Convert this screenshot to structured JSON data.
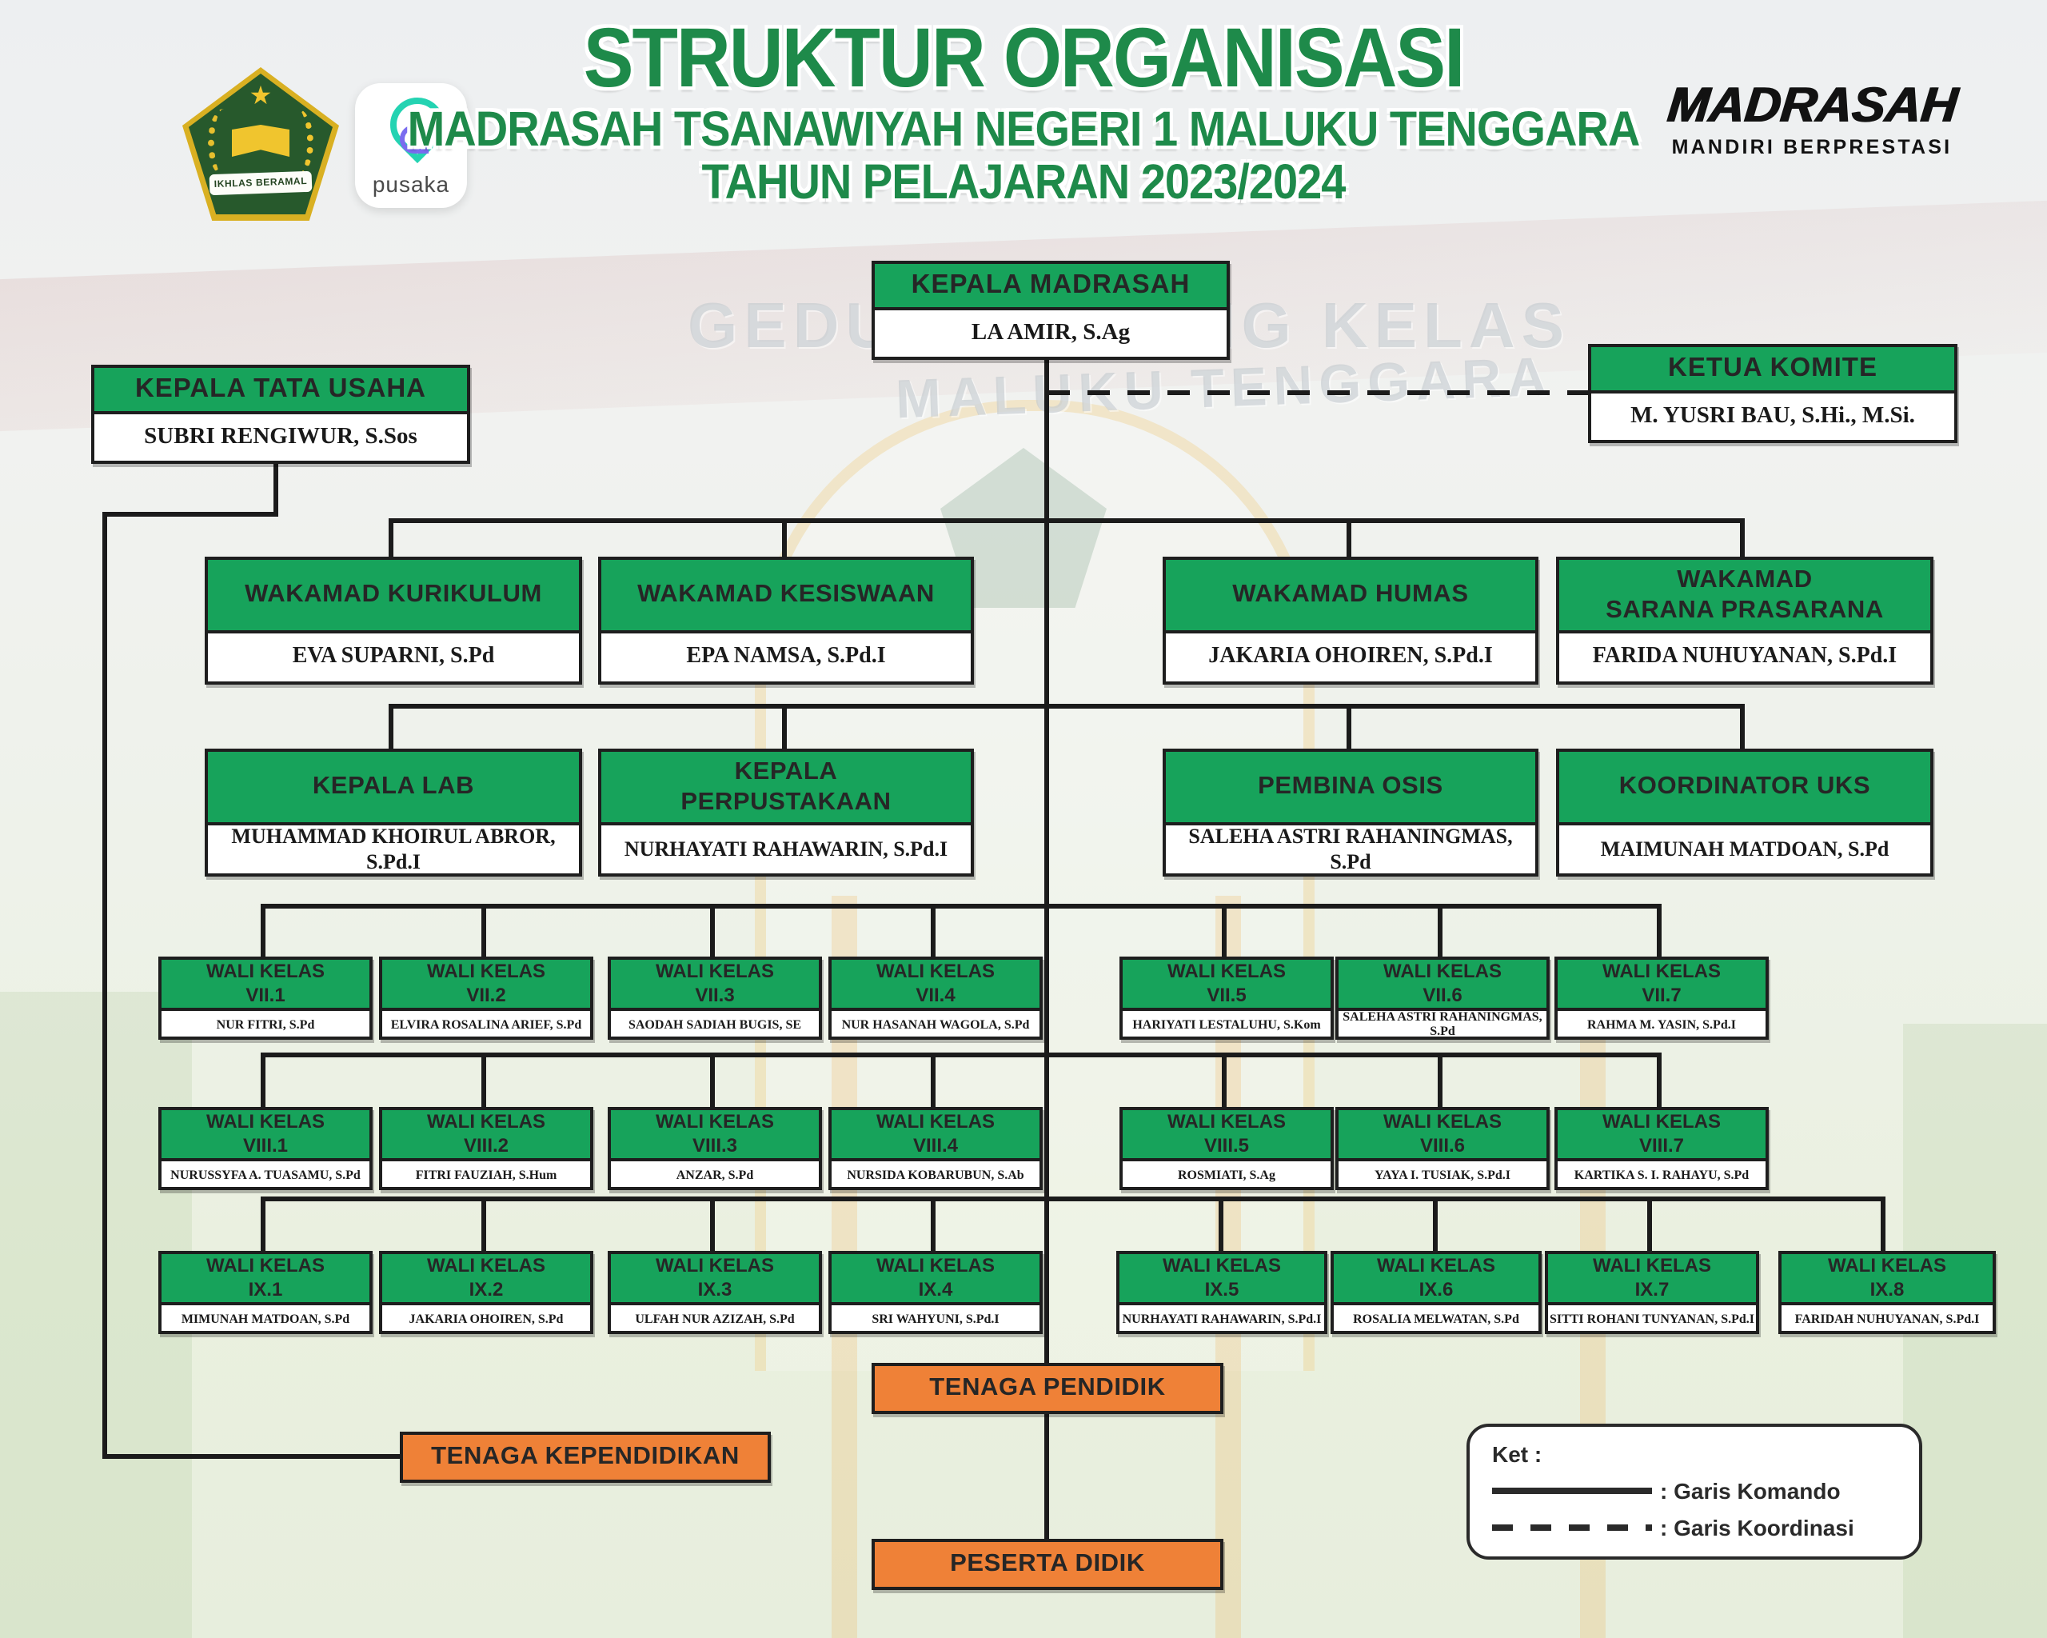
{
  "header": {
    "title_line1": "STRUKTUR ORGANISASI",
    "title_line2": "MADRASAH TSANAWIYAH NEGERI 1 MALUKU TENGGARA",
    "title_line3": "TAHUN PELAJARAN 2023/2024",
    "logo_left_ribbon": "IKHLAS BERAMAL",
    "logo_pusaka": "pusaka",
    "logo_right_line1": "MADRASAH",
    "logo_right_line2": "MANDIRI BERPRESTASI"
  },
  "background": {
    "watermark_line1": "GEDUNG RUANG KELAS",
    "watermark_line2": "MALUKU TENGGARA"
  },
  "colors": {
    "box_green": "#17a35b",
    "title_green": "#1e8a4a",
    "group_orange": "#ef8137",
    "line_black": "#1b1b1b"
  },
  "org": {
    "kepala_madrasah": {
      "title": "KEPALA MADRASAH",
      "name": "LA AMIR, S.Ag"
    },
    "ketua_komite": {
      "title": "KETUA KOMITE",
      "name": "M. YUSRI BAU, S.Hi., M.Si."
    },
    "kepala_tata_usaha": {
      "title": "KEPALA TATA USAHA",
      "name": "SUBRI RENGIWUR, S.Sos"
    },
    "wakamad": [
      {
        "title": "WAKAMAD KURIKULUM",
        "name": "EVA SUPARNI, S.Pd"
      },
      {
        "title": "WAKAMAD KESISWAAN",
        "name": "EPA NAMSA, S.Pd.I"
      },
      {
        "title": "WAKAMAD HUMAS",
        "name": "JAKARIA OHOIREN, S.Pd.I"
      },
      {
        "title": "WAKAMAD\nSARANA PRASARANA",
        "name": "FARIDA NUHUYANAN, S.Pd.I"
      }
    ],
    "unit_heads": [
      {
        "title": "KEPALA LAB",
        "name": "MUHAMMAD KHOIRUL ABROR, S.Pd.I"
      },
      {
        "title": "KEPALA\nPERPUSTAKAAN",
        "name": "NURHAYATI RAHAWARIN, S.Pd.I"
      },
      {
        "title": "PEMBINA OSIS",
        "name": "SALEHA ASTRI RAHANINGMAS, S.Pd"
      },
      {
        "title": "KOORDINATOR UKS",
        "name": "MAIMUNAH MATDOAN, S.Pd"
      }
    ],
    "wali_vii": [
      {
        "title": "WALI KELAS",
        "kelas": "VII.1",
        "name": "NUR FITRI, S.Pd"
      },
      {
        "title": "WALI KELAS",
        "kelas": "VII.2",
        "name": "ELVIRA ROSALINA ARIEF, S.Pd"
      },
      {
        "title": "WALI KELAS",
        "kelas": "VII.3",
        "name": "SAODAH SADIAH BUGIS, SE"
      },
      {
        "title": "WALI KELAS",
        "kelas": "VII.4",
        "name": "NUR HASANAH WAGOLA, S.Pd"
      },
      {
        "title": "WALI KELAS",
        "kelas": "VII.5",
        "name": "HARIYATI LESTALUHU, S.Kom"
      },
      {
        "title": "WALI KELAS",
        "kelas": "VII.6",
        "name": "SALEHA ASTRI RAHANINGMAS, S.Pd"
      },
      {
        "title": "WALI KELAS",
        "kelas": "VII.7",
        "name": "RAHMA M. YASIN, S.Pd.I"
      }
    ],
    "wali_viii": [
      {
        "title": "WALI KELAS",
        "kelas": "VIII.1",
        "name": "NURUSSYFA A. TUASAMU, S.Pd"
      },
      {
        "title": "WALI KELAS",
        "kelas": "VIII.2",
        "name": "FITRI FAUZIAH, S.Hum"
      },
      {
        "title": "WALI KELAS",
        "kelas": "VIII.3",
        "name": "ANZAR, S.Pd"
      },
      {
        "title": "WALI KELAS",
        "kelas": "VIII.4",
        "name": "NURSIDA KOBARUBUN, S.Ab"
      },
      {
        "title": "WALI KELAS",
        "kelas": "VIII.5",
        "name": "ROSMIATI, S.Ag"
      },
      {
        "title": "WALI KELAS",
        "kelas": "VIII.6",
        "name": "YAYA I. TUSIAK, S.Pd.I"
      },
      {
        "title": "WALI KELAS",
        "kelas": "VIII.7",
        "name": "KARTIKA S. I. RAHAYU, S.Pd"
      }
    ],
    "wali_ix": [
      {
        "title": "WALI KELAS",
        "kelas": "IX.1",
        "name": "MIMUNAH MATDOAN, S.Pd"
      },
      {
        "title": "WALI KELAS",
        "kelas": "IX.2",
        "name": "JAKARIA OHOIREN, S.Pd"
      },
      {
        "title": "WALI KELAS",
        "kelas": "IX.3",
        "name": "ULFAH NUR AZIZAH, S.Pd"
      },
      {
        "title": "WALI KELAS",
        "kelas": "IX.4",
        "name": "SRI WAHYUNI, S.Pd.I"
      },
      {
        "title": "WALI KELAS",
        "kelas": "IX.5",
        "name": "NURHAYATI RAHAWARIN, S.Pd.I"
      },
      {
        "title": "WALI KELAS",
        "kelas": "IX.6",
        "name": "ROSALIA MELWATAN, S.Pd"
      },
      {
        "title": "WALI KELAS",
        "kelas": "IX.7",
        "name": "SITTI ROHANI TUNYANAN, S.Pd.I"
      },
      {
        "title": "WALI KELAS",
        "kelas": "IX.8",
        "name": "FARIDAH NUHUYANAN, S.Pd.I"
      }
    ],
    "groups": {
      "tenaga_pendidik": "TENAGA PENDIDIK",
      "tenaga_kependidikan": "TENAGA KEPENDIDIKAN",
      "peserta_didik": "PESERTA DIDIK"
    }
  },
  "legend": {
    "label": "Ket :",
    "komando": ": Garis Komando",
    "koordinasi": ": Garis Koordinasi"
  }
}
